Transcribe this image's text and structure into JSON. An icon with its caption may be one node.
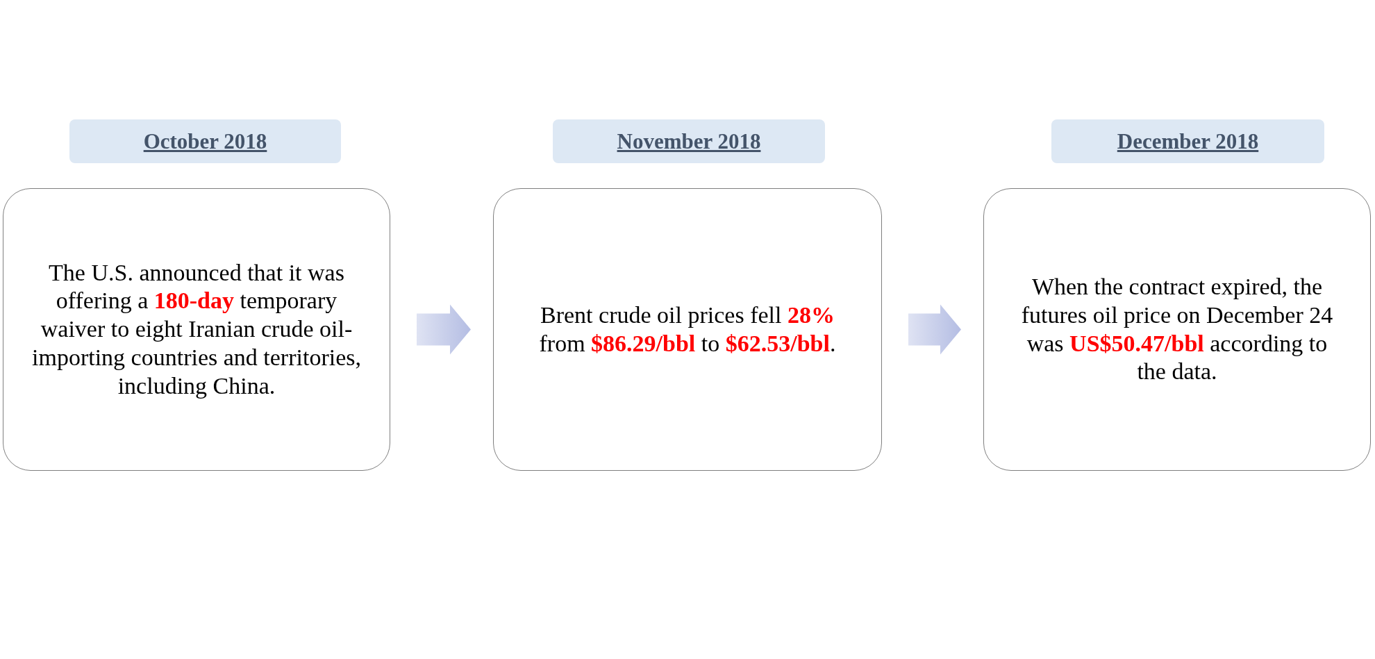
{
  "diagram": {
    "nodes": [
      {
        "text": [
          "October 2018"
        ]
      },
      {
        "text": [
          "The U.S. announced that it was offering a **180-day** temporary waiver to eight Iranian crude oil-importing countries and territories, including China."
        ]
      },
      {
        "text": [
          "November 2018"
        ]
      },
      {
        "text": [
          "Brent crude oil prices fell **28%** from **$86.29/bbl** to **$62.53/bbl**."
        ]
      },
      {
        "text": [
          "December 2018"
        ]
      },
      {
        "text": [
          "When the contract expired, the futures oil price on December 24 was **US$50.47/bbl** according to the data."
        ]
      }
    ],
    "edges": [
      {
        "from": 1,
        "to": 3,
        "arrow": "to"
      },
      {
        "from": 3,
        "to": 5,
        "arrow": "to"
      }
    ]
  }
}
